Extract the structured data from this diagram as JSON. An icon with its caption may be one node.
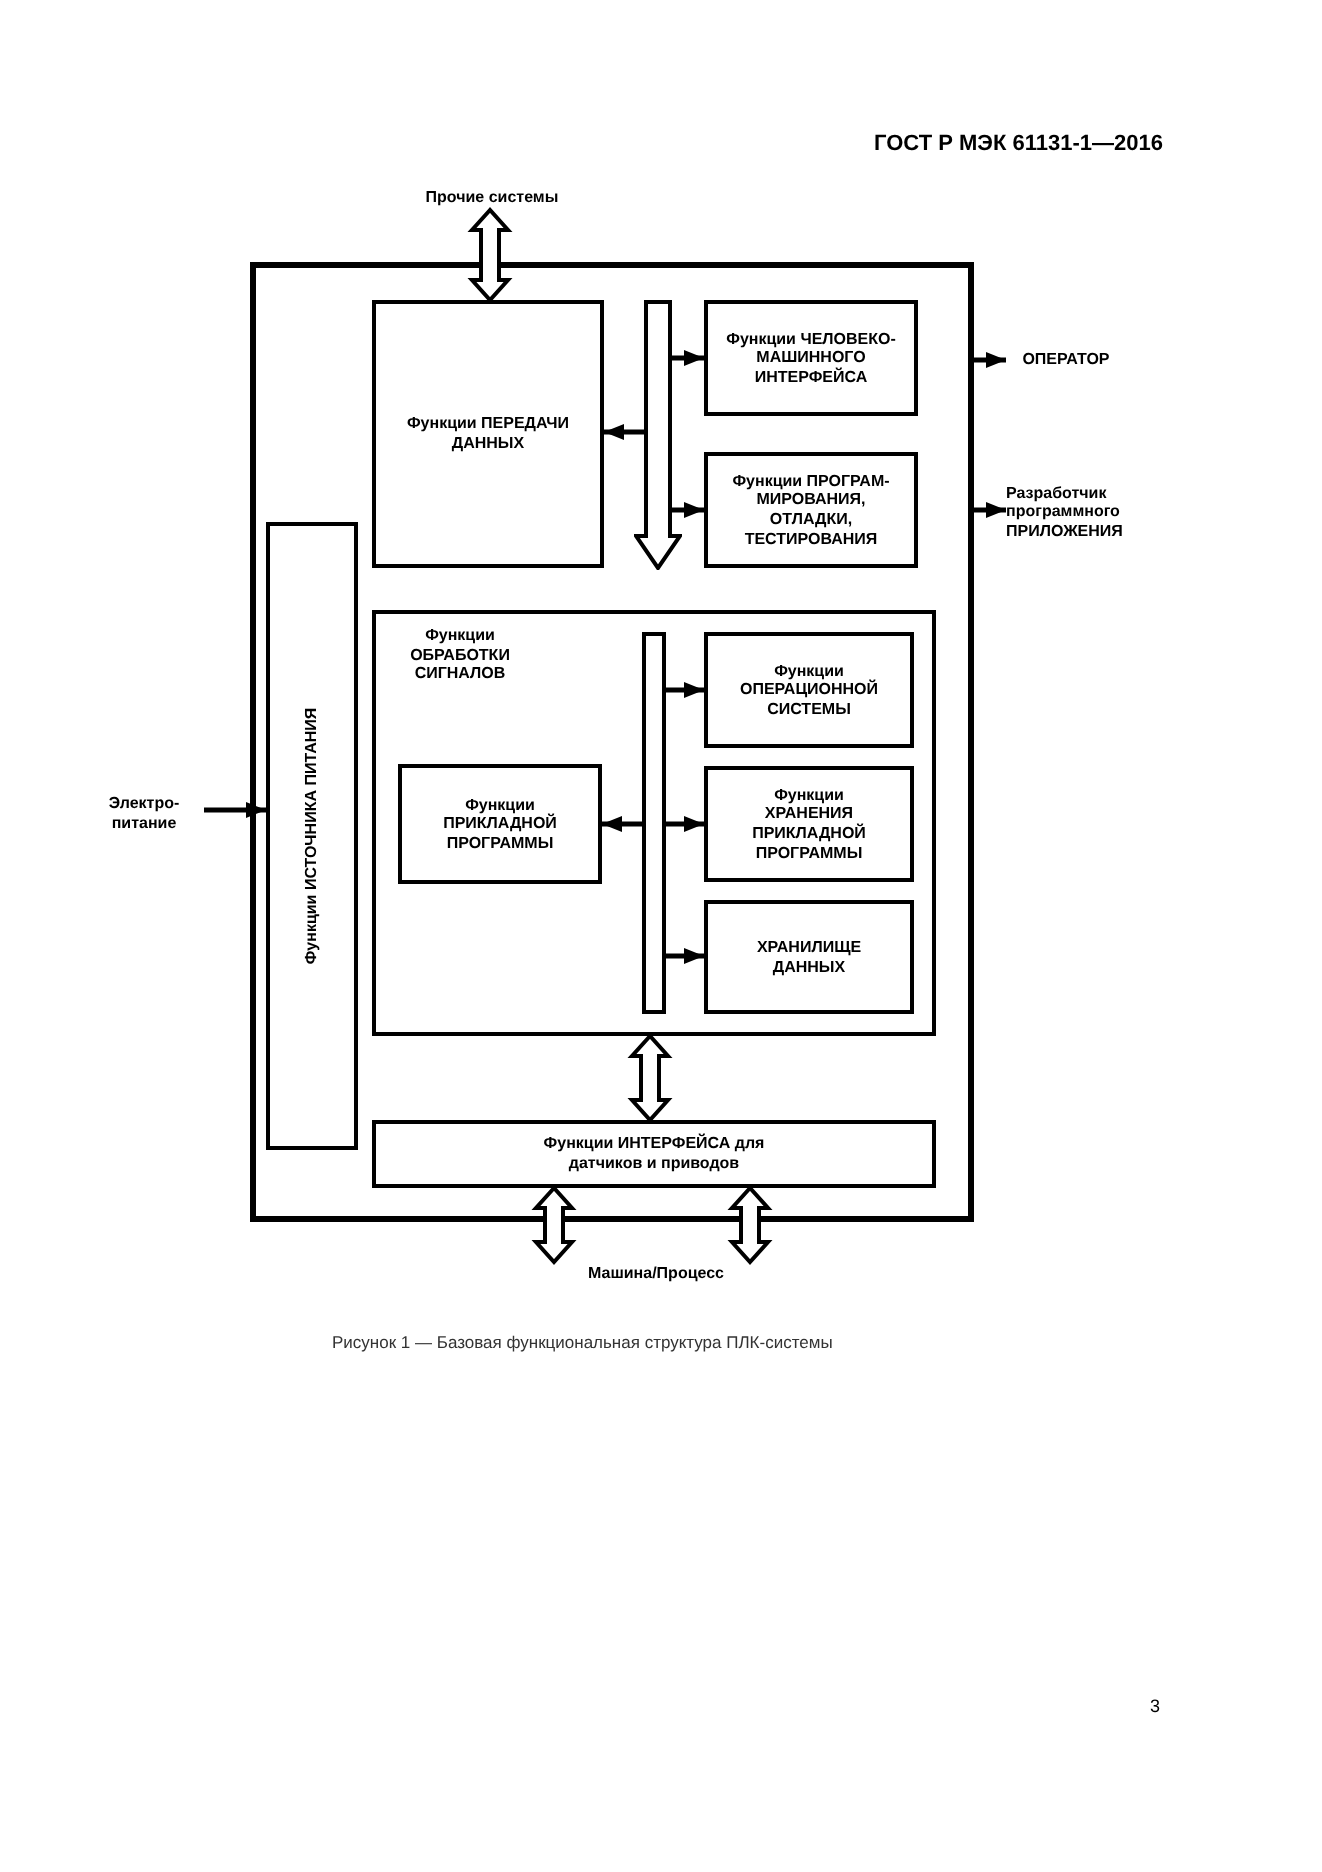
{
  "diagram": {
    "caption": "Рисунок 1 — Базовая функциональная структура ПЛК-системы",
    "nodes": [
      {
        "text": [],
        "shape": "box"
      },
      {
        "text": [
          "Прочие системы"
        ]
      },
      {
        "text": [
          "Функции ПЕРЕДАЧИ ДАННЫХ"
        ],
        "in": 0
      },
      {
        "text": [],
        "shape": "bar",
        "in": 0
      },
      {
        "text": [
          "Функции ЧЕЛОВЕКО-МАШИННОГО ИНТЕРФЕЙСА"
        ],
        "in": 0
      },
      {
        "text": [
          "Функции ПРОГРАМ-МИРОВАНИЯ, ОТЛАДКИ, ТЕСТИРОВАНИЯ"
        ],
        "in": 0
      },
      {
        "text": [
          "ОПЕРАТОР"
        ]
      },
      {
        "text": [
          "Разработчик программного ПРИЛОЖЕНИЯ"
        ]
      },
      {
        "text": [
          "Электро-питание"
        ]
      },
      {
        "text": [
          "Функции ИСТОЧНИКА ПИТАНИЯ"
        ],
        "in": 0
      },
      {
        "text": [
          "Функции ОБРАБОТКИ СИГНАЛОВ"
        ],
        "in": 0
      },
      {
        "text": [
          "Функции ПРИКЛАДНОЙ ПРОГРАММЫ"
        ],
        "in": 10
      },
      {
        "text": [],
        "shape": "bar",
        "in": 10
      },
      {
        "text": [
          "Функции ОПЕРАЦИОННОЙ СИСТЕМЫ"
        ],
        "in": 10
      },
      {
        "text": [
          "Функции ХРАНЕНИЯ ПРИКЛАДНОЙ ПРОГРАММЫ"
        ],
        "in": 10
      },
      {
        "text": [
          "ХРАНИЛИЩЕ ДАННЫХ"
        ],
        "in": 10
      },
      {
        "text": [
          "Функции ИНТЕРФЕЙСА для датчиков и приводов"
        ],
        "in": 0
      },
      {
        "text": [
          "Машина/Процесс"
        ]
      }
    ],
    "edges": [
      {
        "from": 1,
        "to": 2,
        "arrow": "both",
        "style": "thick"
      },
      {
        "from": 3,
        "to": 2,
        "arrow": "to"
      },
      {
        "from": 3,
        "to": 4,
        "arrow": "to"
      },
      {
        "from": 3,
        "to": 5,
        "arrow": "to"
      },
      {
        "from": 0,
        "to": 6,
        "arrow": "to"
      },
      {
        "from": 0,
        "to": 7,
        "arrow": "to"
      },
      {
        "from": 8,
        "to": 9,
        "arrow": "to"
      },
      {
        "from": 12,
        "to": 11,
        "arrow": "to"
      },
      {
        "from": 12,
        "to": 13,
        "arrow": "to"
      },
      {
        "from": 12,
        "to": 14,
        "arrow": "to"
      },
      {
        "from": 12,
        "to": 15,
        "arrow": "to"
      },
      {
        "from": 10,
        "to": 16,
        "arrow": "both",
        "style": "thick"
      },
      {
        "from": 16,
        "to": 17,
        "arrow": "both",
        "style": "thick"
      },
      {
        "from": 16,
        "to": 17,
        "arrow": "both",
        "style": "thick"
      }
    ],
    "labels": [
      "ГОСТ Р МЭК 61131-1—2016",
      "3"
    ]
  }
}
